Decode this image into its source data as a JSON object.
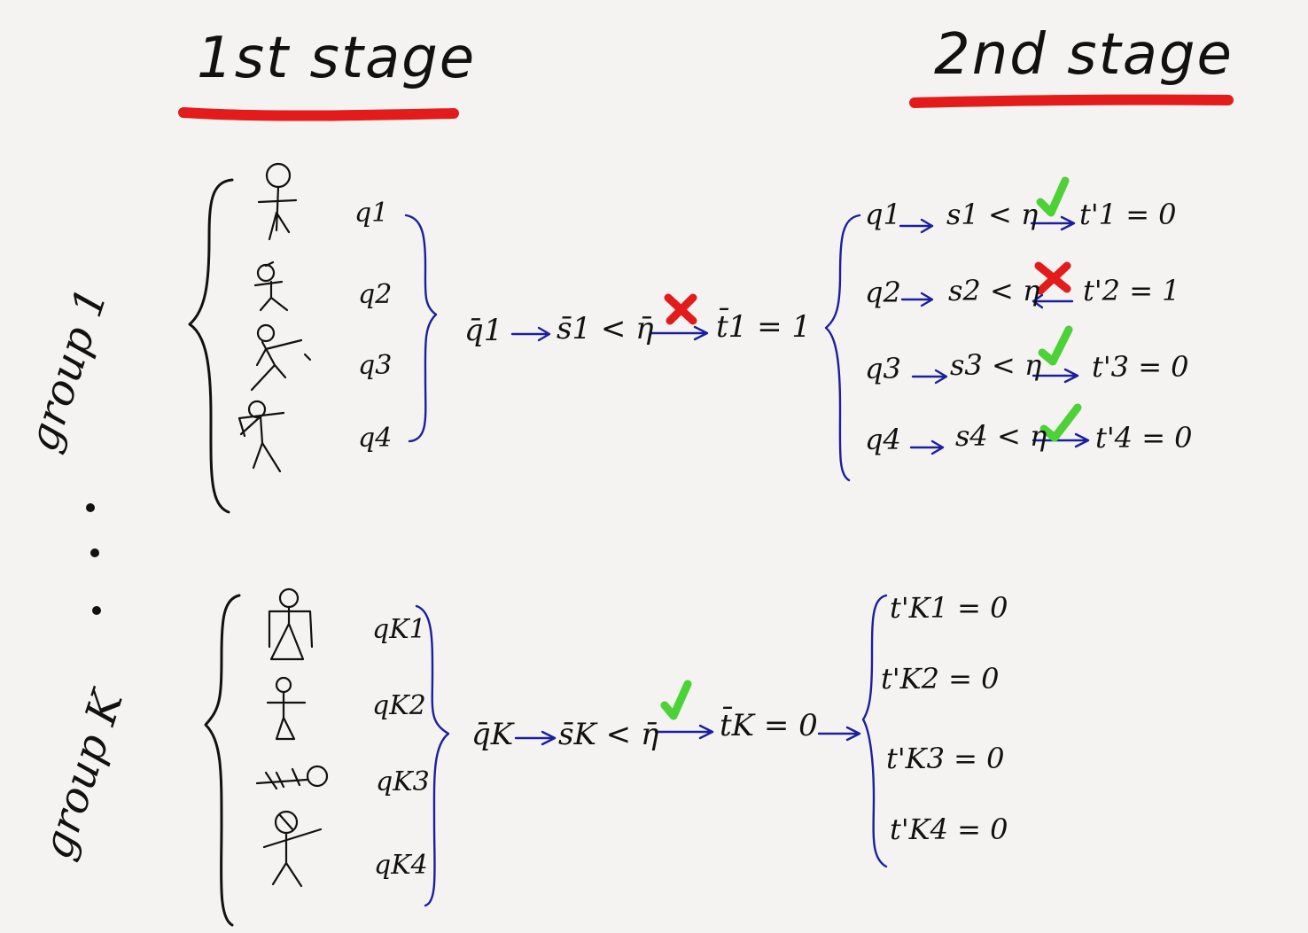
{
  "stage_labels": {
    "first": "1st stage",
    "second": "2nd stage"
  },
  "groups": [
    {
      "label": "group 1",
      "members": [
        "q1",
        "q2",
        "q3",
        "q4"
      ],
      "stage1": {
        "mean": "q̄1",
        "test": "s̄1 < η̄",
        "outcome": "cross",
        "result": "t̄1 = 1"
      },
      "stage2": [
        {
          "q": "q1",
          "test": "s1 < η",
          "outcome": "check",
          "result": "t'1 = 0"
        },
        {
          "q": "q2",
          "test": "s2 < η",
          "outcome": "cross",
          "result": "t'2 = 1"
        },
        {
          "q": "q3",
          "test": "s3 < η",
          "outcome": "check",
          "result": "t'3 = 0"
        },
        {
          "q": "q4",
          "test": "s4 < η",
          "outcome": "check",
          "result": "t'4 = 0"
        }
      ]
    },
    {
      "label": "group K",
      "members": [
        "qK1",
        "qK2",
        "qK3",
        "qK4"
      ],
      "stage1": {
        "mean": "q̄K",
        "test": "s̄K < η̄",
        "outcome": "check",
        "result": "t̄K = 0"
      },
      "stage2": [
        {
          "result": "t'K1 = 0"
        },
        {
          "result": "t'K2 = 0"
        },
        {
          "result": "t'K3 = 0"
        },
        {
          "result": "t'K4 = 0"
        }
      ]
    }
  ],
  "colors": {
    "underline": "#e31b1b",
    "bracket": "#1b1f9e",
    "check": "#4cd137",
    "cross": "#e31b1b",
    "ink": "#111111"
  },
  "icons": [
    "stick-figure",
    "check-icon",
    "cross-icon",
    "ellipsis-dots"
  ]
}
